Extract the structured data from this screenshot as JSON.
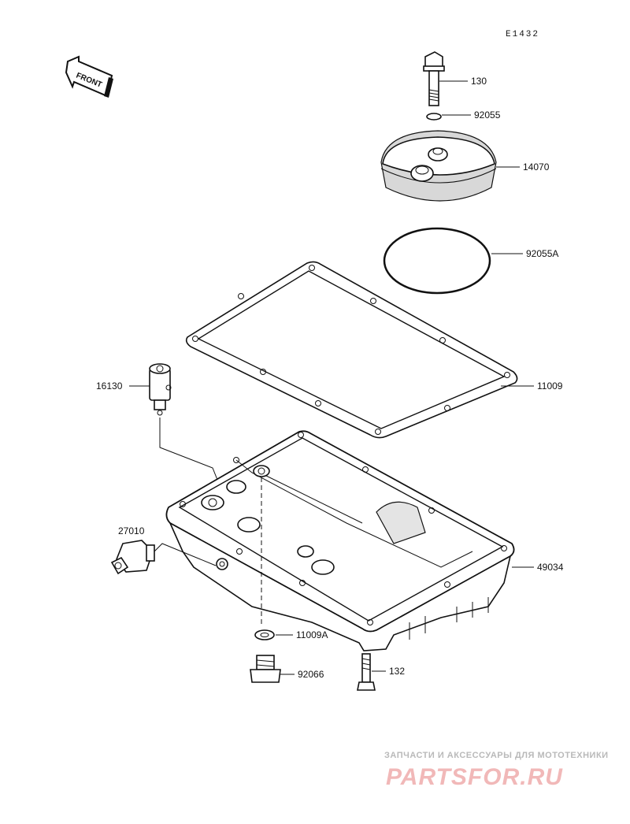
{
  "diagram": {
    "ref_code": "E1432",
    "front_label": "FRONT",
    "parts": {
      "bolt_130": "130",
      "washer_92055": "92055",
      "cover_14070": "14070",
      "oring_92055a": "92055A",
      "gasket_11009": "11009",
      "fitting_16130": "16130",
      "switch_27010": "27010",
      "oilpan_49034": "49034",
      "washer_11009a": "11009A",
      "plug_92066": "92066",
      "bolt_132": "132"
    }
  },
  "watermark": {
    "tagline": "ЗАПЧАСТИ И АКСЕССУАРЫ ДЛЯ МОТОТЕХНИКИ",
    "logo": "PARTSFOR.RU"
  }
}
